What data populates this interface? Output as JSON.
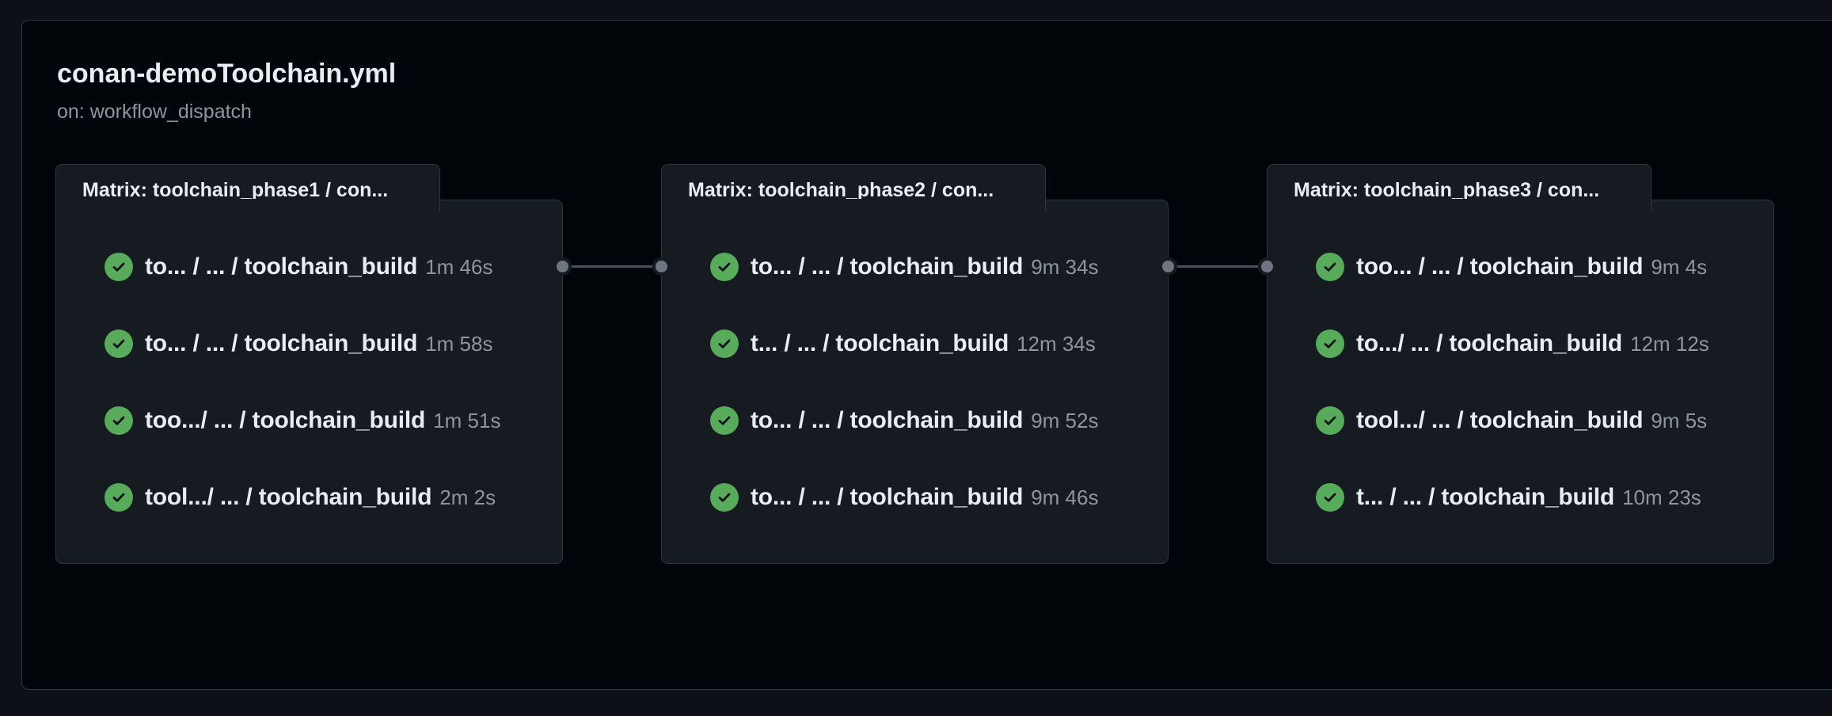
{
  "workflow": {
    "title": "conan-demoToolchain.yml",
    "trigger": "on: workflow_dispatch"
  },
  "status_color": "#57ab5a",
  "groups": [
    {
      "label": "Matrix: toolchain_phase1 / con...",
      "jobs": [
        {
          "name": "to...  / ... / toolchain_build",
          "time": "1m 46s",
          "status": "success"
        },
        {
          "name": "to...  / ... / toolchain_build",
          "time": "1m 58s",
          "status": "success"
        },
        {
          "name": "too.../ ... / toolchain_build",
          "time": "1m 51s",
          "status": "success"
        },
        {
          "name": "tool.../ ... / toolchain_build",
          "time": "2m 2s",
          "status": "success"
        }
      ]
    },
    {
      "label": "Matrix: toolchain_phase2 / con...",
      "jobs": [
        {
          "name": "to... / ... / toolchain_build",
          "time": "9m 34s",
          "status": "success"
        },
        {
          "name": "t...  / ... / toolchain_build",
          "time": "12m 34s",
          "status": "success"
        },
        {
          "name": "to... / ... / toolchain_build",
          "time": "9m 52s",
          "status": "success"
        },
        {
          "name": "to... / ... / toolchain_build",
          "time": "9m 46s",
          "status": "success"
        }
      ]
    },
    {
      "label": "Matrix: toolchain_phase3 / con...",
      "jobs": [
        {
          "name": "too... / ... / toolchain_build",
          "time": "9m 4s",
          "status": "success"
        },
        {
          "name": "to.../ ... / toolchain_build",
          "time": "12m 12s",
          "status": "success"
        },
        {
          "name": "tool.../ ... / toolchain_build",
          "time": "9m 5s",
          "status": "success"
        },
        {
          "name": "t...  / ... / toolchain_build",
          "time": "10m 23s",
          "status": "success"
        }
      ]
    }
  ]
}
